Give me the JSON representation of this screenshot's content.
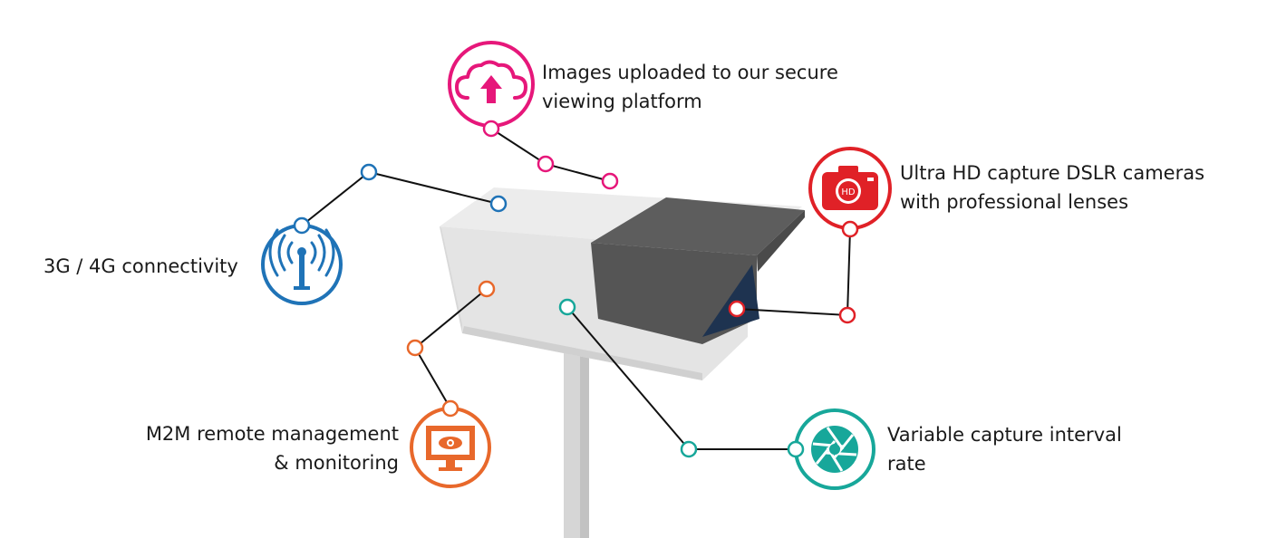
{
  "features": {
    "upload": {
      "icon": "cloud-upload-icon",
      "color": "#e6177a",
      "lines": [
        "Images uploaded to our secure",
        "viewing platform"
      ]
    },
    "camera": {
      "icon": "camera-hd-icon",
      "color": "#e02127",
      "badge": "HD",
      "lines": [
        "Ultra HD capture DSLR cameras",
        "with professional lenses"
      ]
    },
    "connectivity": {
      "icon": "antenna-icon",
      "color": "#1f73b7",
      "lines": [
        "3G / 4G connectivity"
      ]
    },
    "monitoring": {
      "icon": "monitor-eye-icon",
      "color": "#e8682b",
      "lines": [
        "M2M remote management",
        "& monitoring"
      ]
    },
    "interval": {
      "icon": "aperture-icon",
      "color": "#17a79a",
      "lines": [
        "Variable capture interval",
        "rate"
      ]
    }
  },
  "colors": {
    "housing": "#e8e8e8",
    "hood": "#5a5a5a",
    "lens_glass": "#1e3350",
    "pole": "#d4d4d4",
    "connector": "#111111"
  }
}
